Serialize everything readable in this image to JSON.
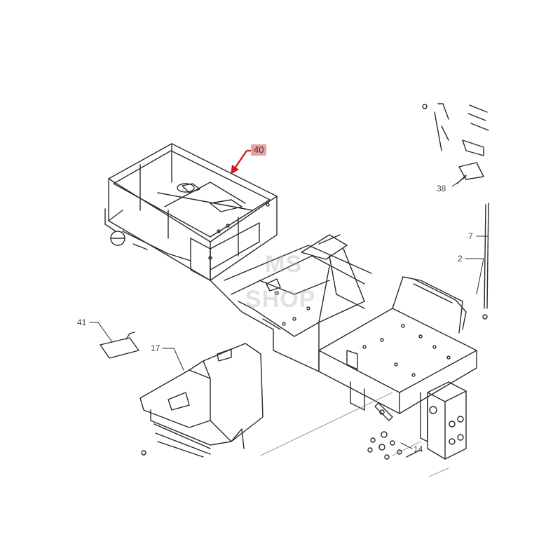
{
  "diagram": {
    "callouts": [
      {
        "id": "c40",
        "text": "40",
        "highlighted": true
      },
      {
        "id": "c38",
        "text": "38"
      },
      {
        "id": "c7",
        "text": "7"
      },
      {
        "id": "c2",
        "text": "2"
      },
      {
        "id": "c41",
        "text": "41"
      },
      {
        "id": "c17",
        "text": "17"
      },
      {
        "id": "c14",
        "text": "14"
      }
    ],
    "watermark": {
      "line1": "MS",
      "line2": "SHOP"
    },
    "colors": {
      "line": "#2a2a2a",
      "highlight": "#e8a0a0",
      "arrow": "#cc1f1f",
      "label": "#444444"
    }
  }
}
